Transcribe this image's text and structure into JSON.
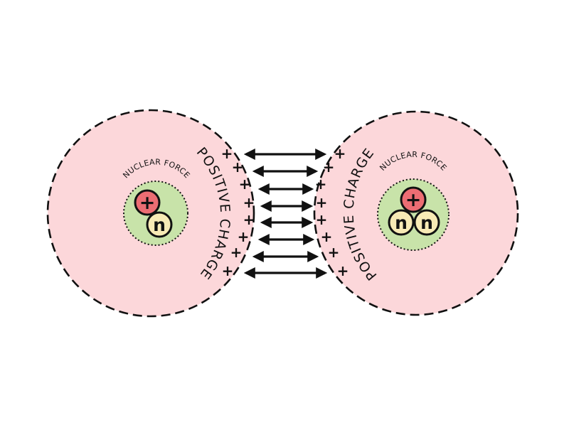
{
  "left_nucleus": {
    "force_label": "NUCLEAR FORCE",
    "charge_label": "POSITIVE CHARGE",
    "proton_symbol": "+",
    "neutron_symbol": "n",
    "proton_count": 1,
    "neutron_count": 1
  },
  "right_nucleus": {
    "force_label": "NUCLEAR FORCE",
    "charge_label": "POSITIVE CHARGE",
    "proton_symbol": "+",
    "neutron_symbol": "n",
    "proton_count": 1,
    "neutron_count": 2
  },
  "charge_sign": "+",
  "repulsion_arrow_count": 8,
  "colors": {
    "nucleus_fill": "#fcd7da",
    "force_zone_fill": "#c8e3a9",
    "proton_fill": "#ec6d73",
    "neutron_fill": "#f7eab5",
    "outline": "#111111"
  }
}
